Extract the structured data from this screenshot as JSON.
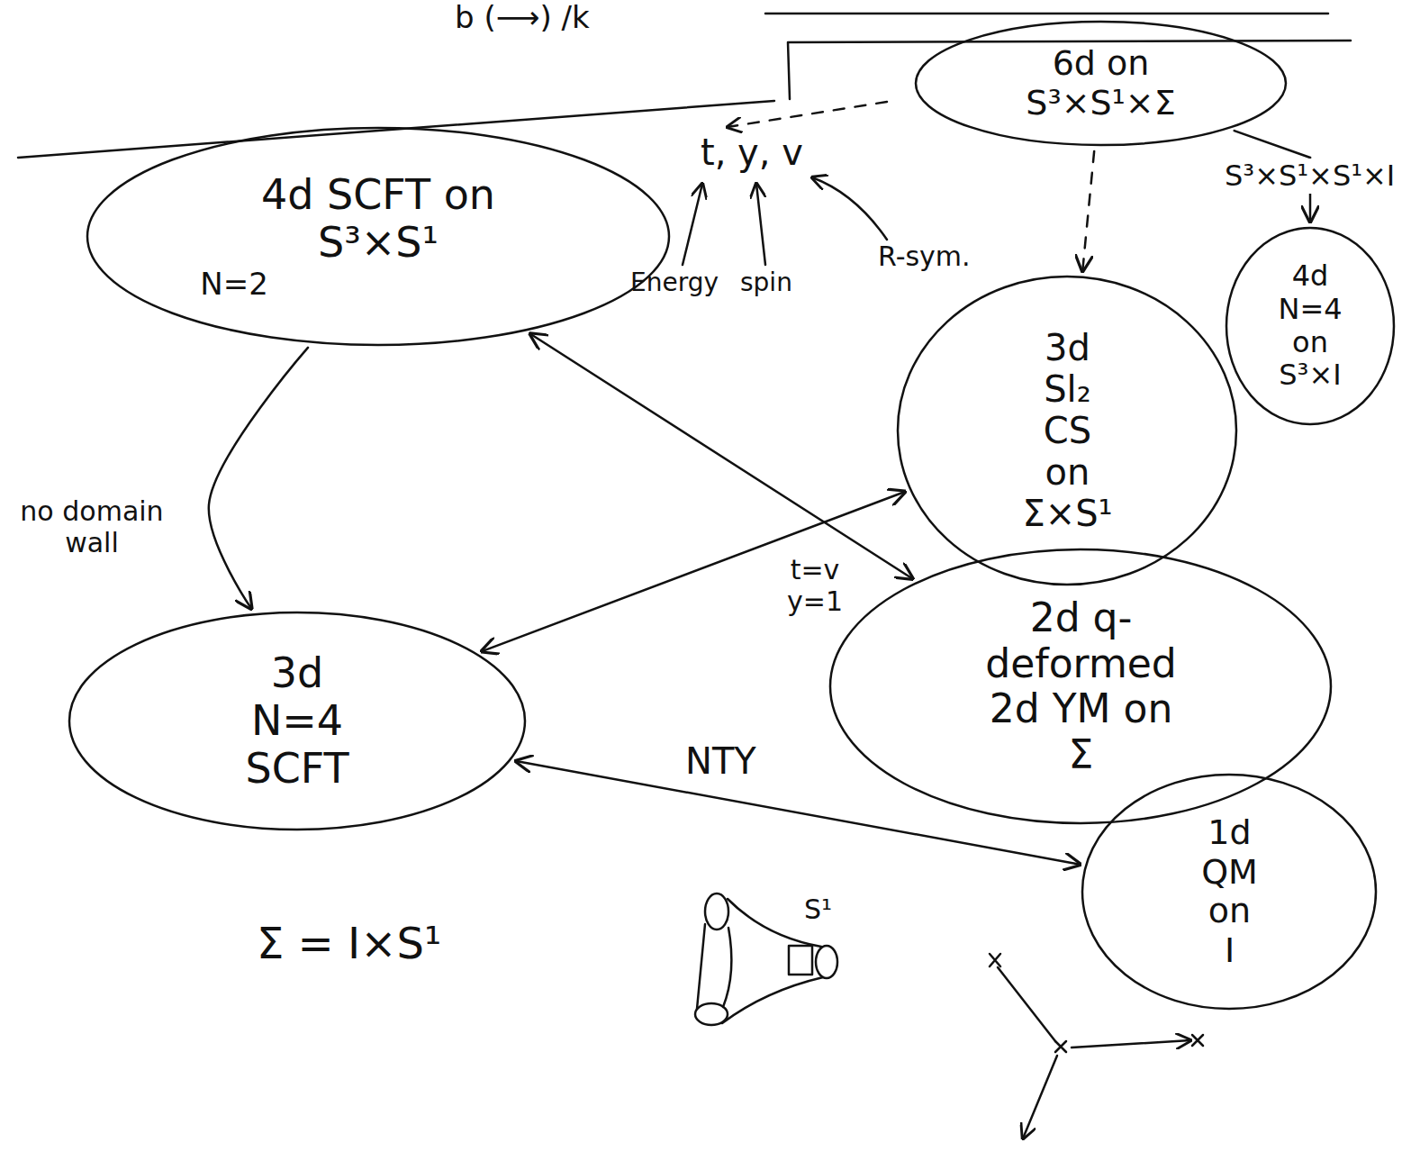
{
  "diagram": {
    "nodes": [
      {
        "text": [
          "6d on S³×S¹×Σ"
        ]
      },
      {
        "text": [
          "4d SCFT on S³×S¹",
          "N=2"
        ]
      },
      {
        "text": [
          "3d Sl₂ CS on Σ×S¹"
        ]
      },
      {
        "text": [
          "4d N=4 on S³×I"
        ]
      },
      {
        "text": [
          "3d N=4 SCFT"
        ]
      },
      {
        "text": [
          "2d q-deformed 2d YM on Σ"
        ]
      },
      {
        "text": [
          "1d QM on I"
        ]
      }
    ],
    "edges": [
      {
        "from": 0,
        "to": 2,
        "arrow": "to"
      },
      {
        "from": 0,
        "to": 3,
        "label": "S³×S¹×S¹×I",
        "arrow": "to"
      },
      {
        "from": 1,
        "to": 4,
        "label": "no domain wall",
        "arrow": "to"
      },
      {
        "from": 1,
        "to": 5,
        "label": "t=v y=1",
        "arrow": "both"
      },
      {
        "from": 2,
        "to": 4,
        "arrow": "both"
      },
      {
        "from": 4,
        "to": 6,
        "label": "NTY",
        "arrow": "both"
      }
    ],
    "labels": [
      "b (⟶) /k",
      "t, y, v",
      "Energy",
      "spin",
      "R-sym.",
      "S¹",
      "Σ = I×S¹"
    ]
  }
}
